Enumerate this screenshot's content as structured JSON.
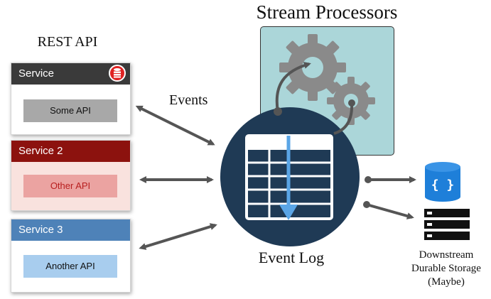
{
  "rest_api": {
    "title": "REST API",
    "services": [
      {
        "name": "Service",
        "api": "Some API"
      },
      {
        "name": "Service 2",
        "api": "Other API"
      },
      {
        "name": "Service 3",
        "api": "Another API"
      }
    ]
  },
  "stream_processors": {
    "title": "Stream Processors"
  },
  "events": {
    "label": "Events"
  },
  "event_log": {
    "label": "Event Log"
  },
  "storage": {
    "line1": "Downstream",
    "line2": "Durable Storage",
    "line3": "(Maybe)"
  },
  "icons": [
    "database-icon",
    "gear-icon",
    "json-database-icon",
    "server-rack-icon"
  ],
  "colors": {
    "service1_header": "#3a3a3a",
    "service2_header": "#8c120e",
    "service3_header": "#4e82b8",
    "processor_box": "#abd6d9",
    "event_log_circle": "#1f3a55",
    "log_arrow": "#5aa5e6",
    "arrow": "#555555"
  }
}
